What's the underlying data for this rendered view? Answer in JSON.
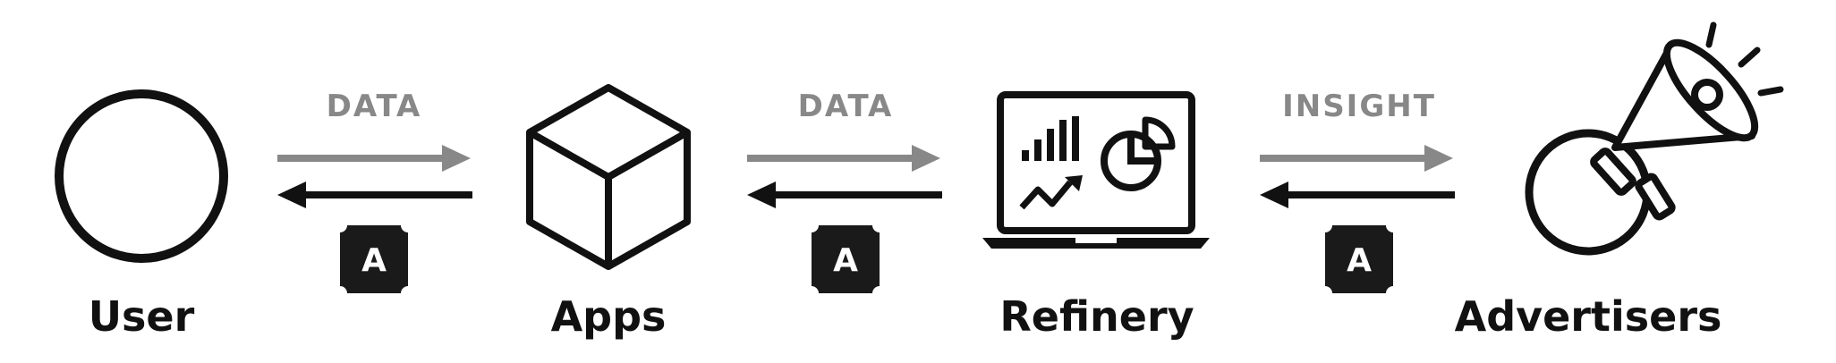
{
  "nodes": {
    "user": "User",
    "apps": "Apps",
    "refinery": "Refinery",
    "advertisers": "Advertisers"
  },
  "flows": {
    "user_to_apps": "DATA",
    "apps_to_refinery": "DATA",
    "refinery_to_advertisers": "INSIGHT"
  },
  "badge_letter": "A",
  "colors": {
    "ink": "#111111",
    "flow_gray": "#888888",
    "badge_bg": "#1a1a1a"
  },
  "icons": [
    "circle-icon",
    "cube-icon",
    "laptop-analytics-icon",
    "megaphone-icon",
    "token-badge-icon"
  ]
}
